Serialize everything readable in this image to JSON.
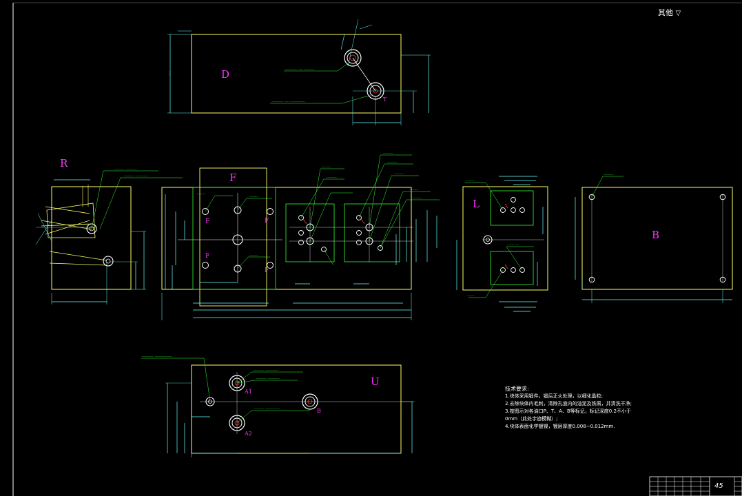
{
  "corner": {
    "text": "其他",
    "symbol": "▽"
  },
  "views": {
    "D": "D",
    "R": "R",
    "F": "F",
    "L": "L",
    "B": "B",
    "U": "U"
  },
  "hole_marks": {
    "F1": "F",
    "F2": "F",
    "F3": "F",
    "F4": "F",
    "T": "T",
    "A1": "A1",
    "A2": "A2",
    "Bm": "B"
  },
  "notes": {
    "title": "技术要求:",
    "items": [
      "1.块体采用锻件，锻后正火处理，以细化晶粒;",
      "2.去除块体内毛刺，清除孔道内的油泥及铁屑，并清洗干净;",
      "3.按图示对各油口P、T、A、B等标记，标记深度0.2不小于",
      "0mm（此处字迹模糊）;",
      "4.块体表面化学镀镍，镀层厚度0.008~0.012mm."
    ]
  },
  "sheet_number": "45",
  "colors": {
    "outline": "#ffff66",
    "dim": "#66ffff",
    "hole": "#ffffff",
    "label": "#ff33ff",
    "leader": "#33ff33",
    "accent": "#ff3333"
  }
}
